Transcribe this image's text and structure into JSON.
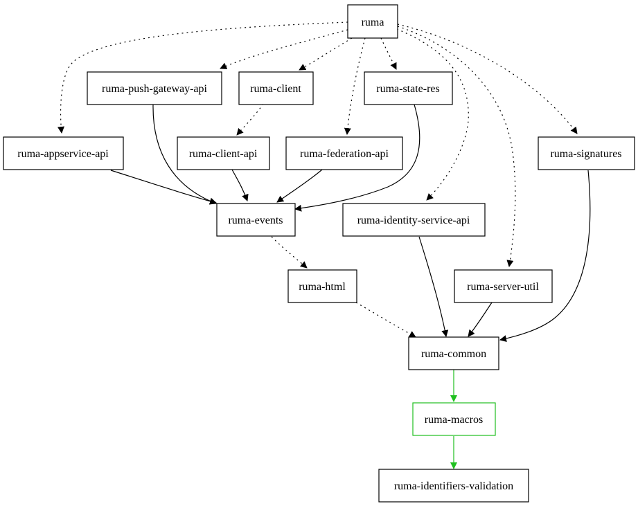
{
  "colors": {
    "default": "#000000",
    "highlight": "#1fbf1f"
  },
  "nodes": {
    "ruma": "ruma",
    "ruma_push_gateway_api": "ruma-push-gateway-api",
    "ruma_client": "ruma-client",
    "ruma_state_res": "ruma-state-res",
    "ruma_appservice_api": "ruma-appservice-api",
    "ruma_client_api": "ruma-client-api",
    "ruma_federation_api": "ruma-federation-api",
    "ruma_signatures": "ruma-signatures",
    "ruma_events": "ruma-events",
    "ruma_identity_service_api": "ruma-identity-service-api",
    "ruma_html": "ruma-html",
    "ruma_server_util": "ruma-server-util",
    "ruma_common": "ruma-common",
    "ruma_macros": "ruma-macros",
    "ruma_identifiers_validation": "ruma-identifiers-validation"
  },
  "edges": [
    {
      "from": "ruma",
      "to": "ruma-push-gateway-api",
      "style": "dotted"
    },
    {
      "from": "ruma",
      "to": "ruma-client",
      "style": "dotted"
    },
    {
      "from": "ruma",
      "to": "ruma-state-res",
      "style": "dotted"
    },
    {
      "from": "ruma",
      "to": "ruma-appservice-api",
      "style": "dotted"
    },
    {
      "from": "ruma",
      "to": "ruma-federation-api",
      "style": "dotted"
    },
    {
      "from": "ruma",
      "to": "ruma-identity-service-api",
      "style": "dotted"
    },
    {
      "from": "ruma",
      "to": "ruma-server-util",
      "style": "dotted"
    },
    {
      "from": "ruma",
      "to": "ruma-signatures",
      "style": "dotted"
    },
    {
      "from": "ruma-client",
      "to": "ruma-client-api",
      "style": "dotted"
    },
    {
      "from": "ruma-push-gateway-api",
      "to": "ruma-events",
      "style": "solid"
    },
    {
      "from": "ruma-appservice-api",
      "to": "ruma-events",
      "style": "solid"
    },
    {
      "from": "ruma-client-api",
      "to": "ruma-events",
      "style": "solid"
    },
    {
      "from": "ruma-federation-api",
      "to": "ruma-events",
      "style": "solid"
    },
    {
      "from": "ruma-state-res",
      "to": "ruma-events",
      "style": "solid"
    },
    {
      "from": "ruma-events",
      "to": "ruma-html",
      "style": "dotted"
    },
    {
      "from": "ruma-html",
      "to": "ruma-common",
      "style": "dotted"
    },
    {
      "from": "ruma-identity-service-api",
      "to": "ruma-common",
      "style": "solid"
    },
    {
      "from": "ruma-server-util",
      "to": "ruma-common",
      "style": "solid"
    },
    {
      "from": "ruma-signatures",
      "to": "ruma-common",
      "style": "solid"
    },
    {
      "from": "ruma-common",
      "to": "ruma-macros",
      "style": "solid-green"
    },
    {
      "from": "ruma-macros",
      "to": "ruma-identifiers-validation",
      "style": "solid-green"
    }
  ]
}
